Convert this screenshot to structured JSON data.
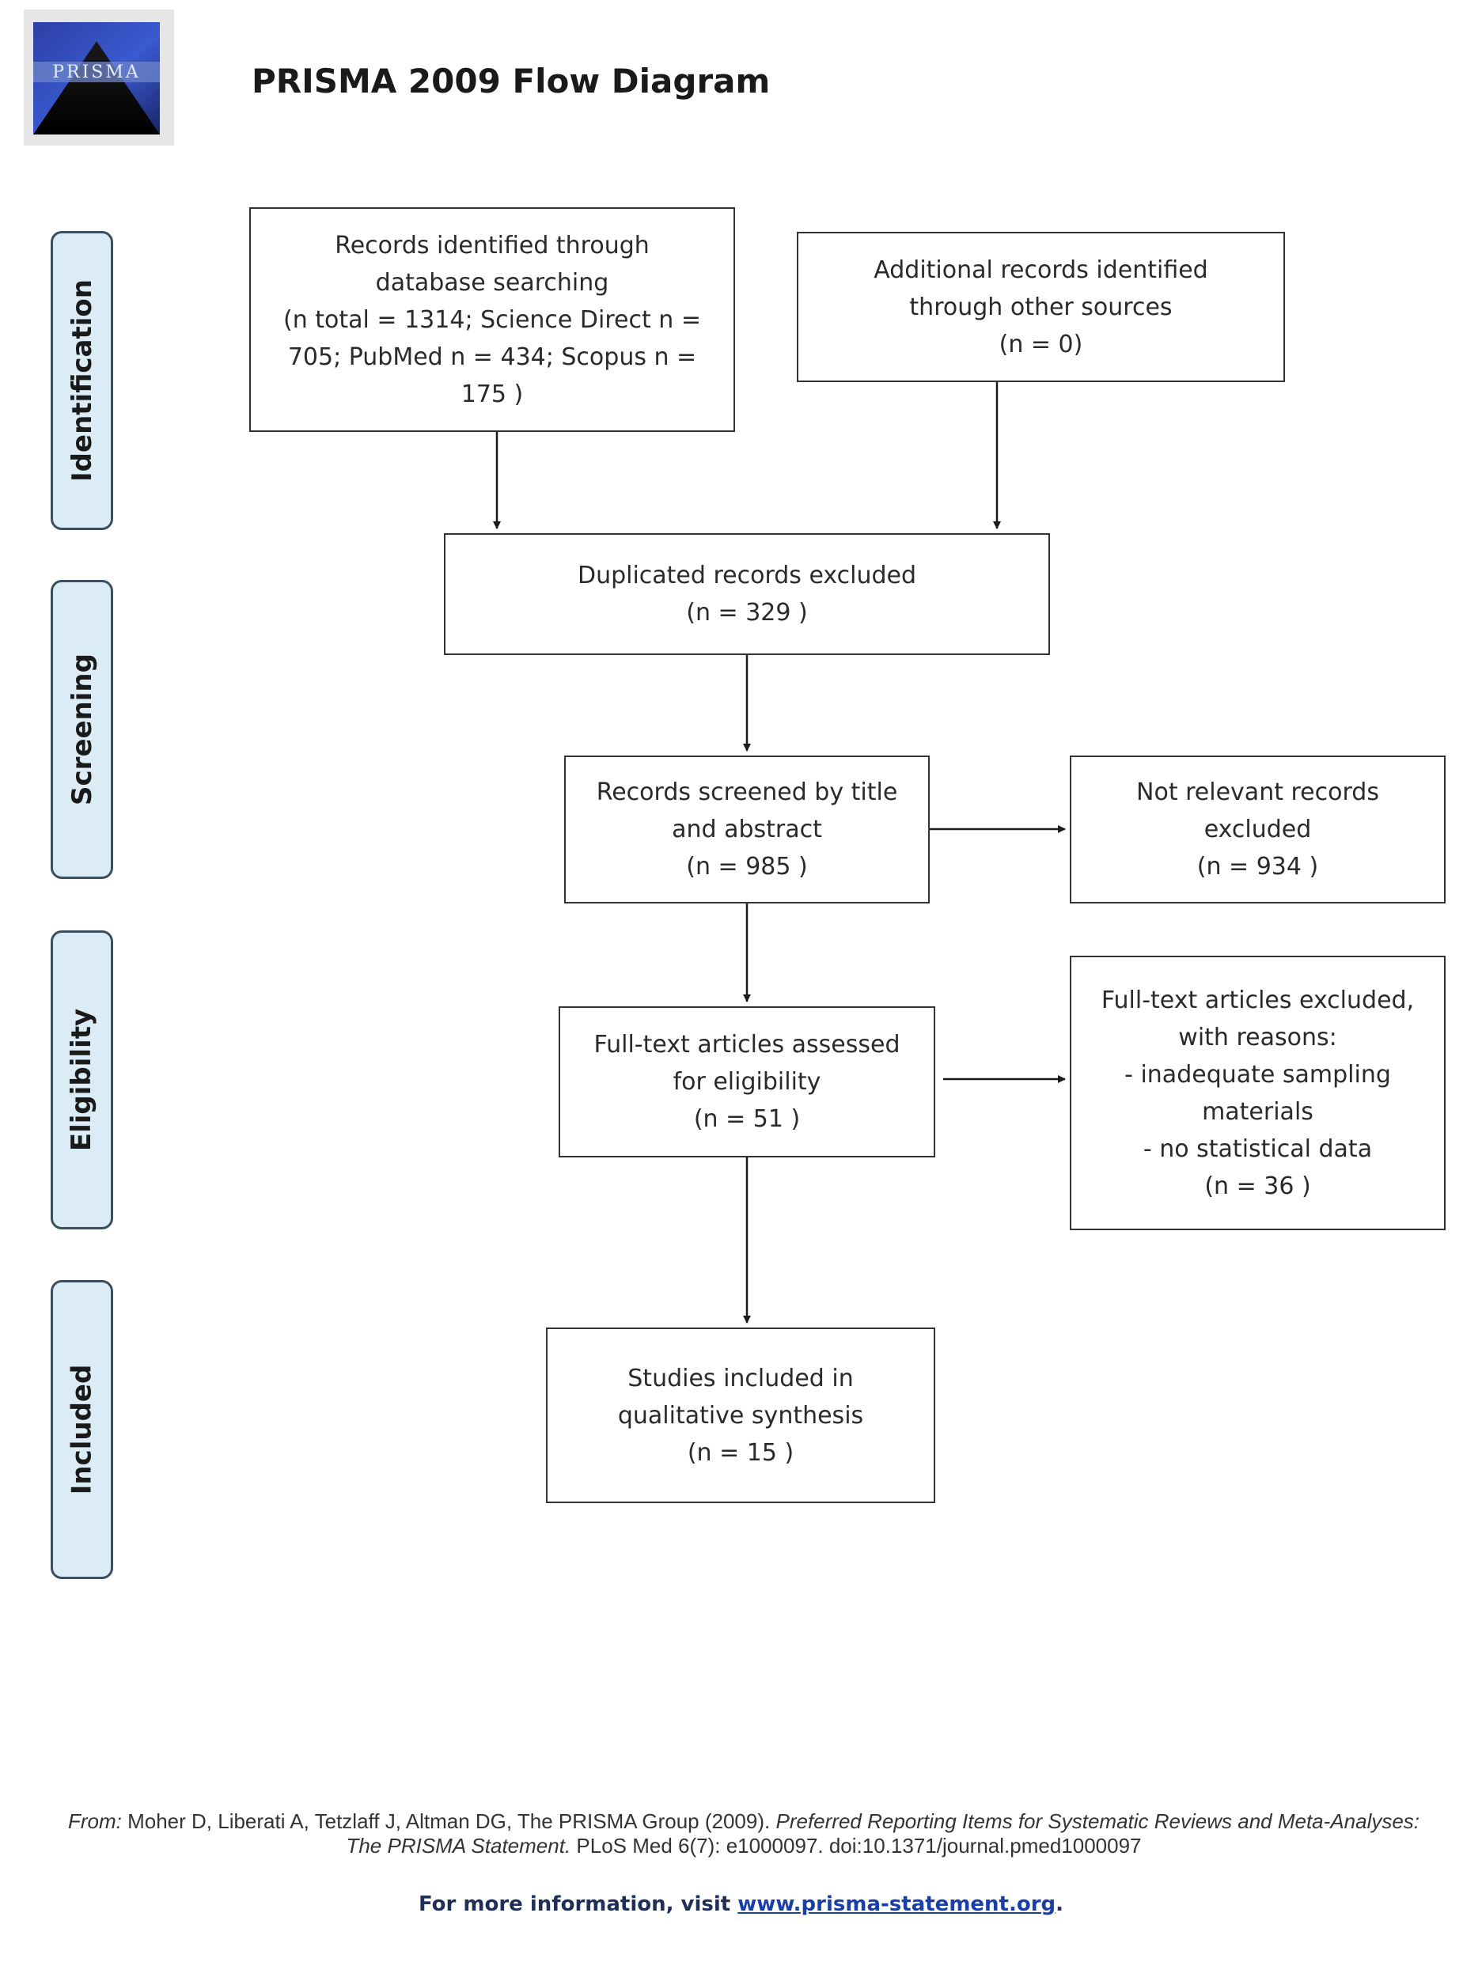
{
  "header": {
    "logo_text": "PRISMA",
    "title": "PRISMA 2009 Flow Diagram"
  },
  "phases": [
    {
      "id": "identification",
      "label": "Identification"
    },
    {
      "id": "screening",
      "label": "Screening"
    },
    {
      "id": "eligibility",
      "label": "Eligibility"
    },
    {
      "id": "included",
      "label": "Included"
    }
  ],
  "boxes": {
    "database_search": {
      "lines": [
        "Records identified through",
        "database searching",
        "(n total = 1314; Science Direct n =",
        "705; PubMed n = 434; Scopus n =",
        "175 )"
      ]
    },
    "other_sources": {
      "lines": [
        "Additional records identified",
        "through other sources",
        "(n = 0)"
      ]
    },
    "duplicates_excluded": {
      "lines": [
        "Duplicated records excluded",
        "(n = 329 )"
      ]
    },
    "screened": {
      "lines": [
        "Records screened by title",
        "and abstract",
        "(n = 985 )"
      ]
    },
    "not_relevant": {
      "lines": [
        "Not relevant records",
        "excluded",
        "(n = 934 )"
      ]
    },
    "fulltext_assessed": {
      "lines": [
        "Full-text articles assessed",
        "for eligibility",
        "(n = 51 )"
      ]
    },
    "fulltext_excluded": {
      "lines": [
        "Full-text articles excluded,",
        "with reasons:",
        "- inadequate sampling",
        "materials",
        "- no statistical data",
        "(n = 36 )"
      ]
    },
    "included": {
      "lines": [
        "Studies included in",
        "qualitative synthesis",
        "(n = 15 )"
      ]
    }
  },
  "footer": {
    "citation_from": "From:",
    "citation_part1": "Moher D, Liberati A, Tetzlaff J, Altman DG, The PRISMA Group (2009).",
    "citation_title": "Preferred Reporting Items for Systematic Reviews and Meta-Analyses: The PRISMA Statement.",
    "citation_part2": "PLoS Med 6(7): e1000097. doi:10.1371/journal.pmed1000097",
    "more_info_text": "For more information, visit",
    "more_info_link": "www.prisma-statement.org",
    "more_info_end": "."
  },
  "colors": {
    "phase_fill": "#dcecf7",
    "phase_border": "#3b4f61",
    "box_border": "#333333",
    "link": "#1a3fa8"
  }
}
